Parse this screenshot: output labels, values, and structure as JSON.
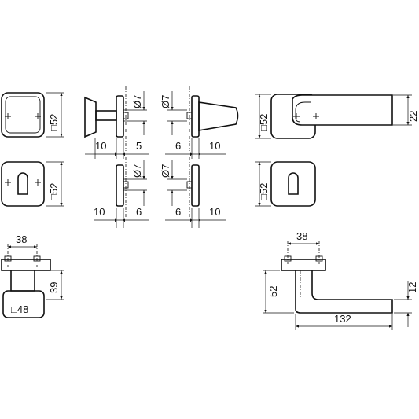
{
  "dimensions": {
    "rose_square_1": "□52",
    "rose_square_2": "□52",
    "rose_square_3": "□52",
    "rose_square_4": "□52",
    "knob_square": "□48",
    "pin_dia_1": "Ø7",
    "pin_dia_2": "Ø7",
    "pin_dia_3": "Ø7",
    "pin_dia_4": "Ø7",
    "knob_len": "10",
    "knob_offset": "5",
    "lever1_offset": "6",
    "lever1_len": "10",
    "side2_len": "10",
    "side2_offset": "6",
    "side3_offset": "6",
    "side3_len": "10",
    "lever_height": "22",
    "knob_base_width": "38",
    "knob_height": "39",
    "lever_base_width": "38",
    "lever_projection": "52",
    "lever_bar_height": "12",
    "lever_length": "132"
  }
}
